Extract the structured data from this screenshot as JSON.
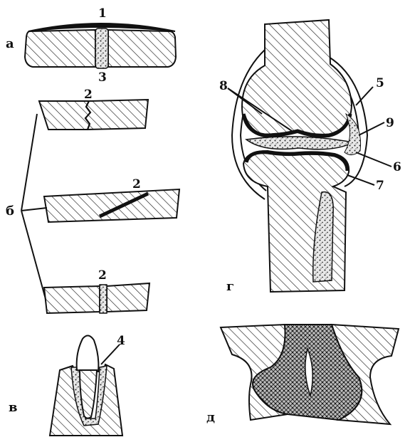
{
  "figure": {
    "panel_letters": {
      "a": "а",
      "b": "б",
      "v": "в",
      "g": "г",
      "d": "д"
    },
    "callouts": {
      "n1": "1",
      "n2_top": "2",
      "n2_mid": "2",
      "n2_bot": "2",
      "n3": "3",
      "n4": "4",
      "n5": "5",
      "n6": "6",
      "n7": "7",
      "n8": "8",
      "n9": "9"
    }
  }
}
